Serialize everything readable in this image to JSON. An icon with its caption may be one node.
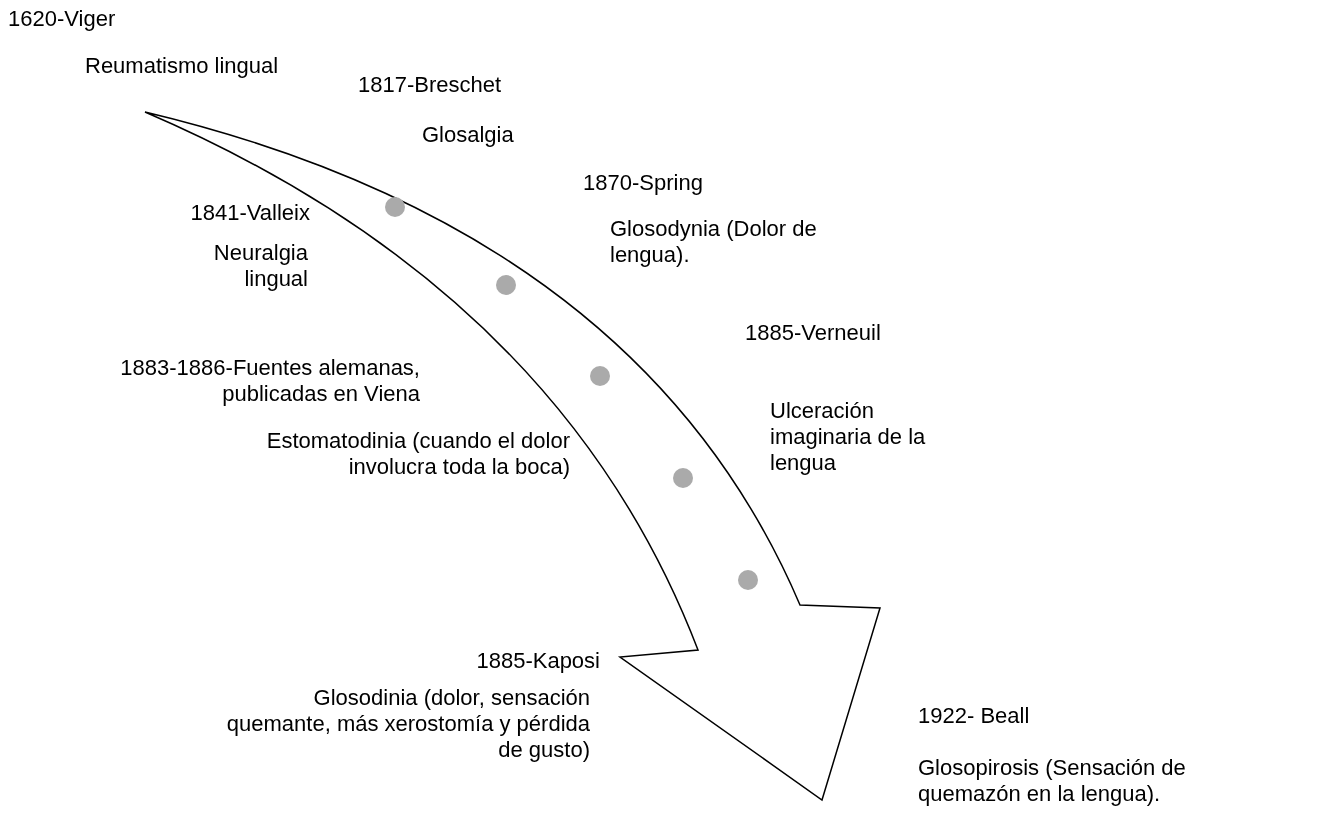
{
  "diagram": {
    "labels": [
      "1620-Viger",
      "Reumatismo lingual",
      "1817-Breschet",
      "Glosalgia",
      "1870-Spring",
      "1841-Valleix",
      "Glosodynia (Dolor de lengua).",
      "Neuralgia lingual",
      "1885-Verneuil",
      "1883-1886-Fuentes alemanas, publicadas en Viena",
      "Ulceración imaginaria de la lengua",
      "Estomatodinia (cuando el dolor involucra toda la boca)",
      "1885-Kaposi",
      "Glosodinia (dolor, sensación quemante, más xerostomía y pérdida de gusto)",
      "1922- Beall",
      "Glosopirosis (Sensación de quemazón en la lengua)."
    ]
  }
}
